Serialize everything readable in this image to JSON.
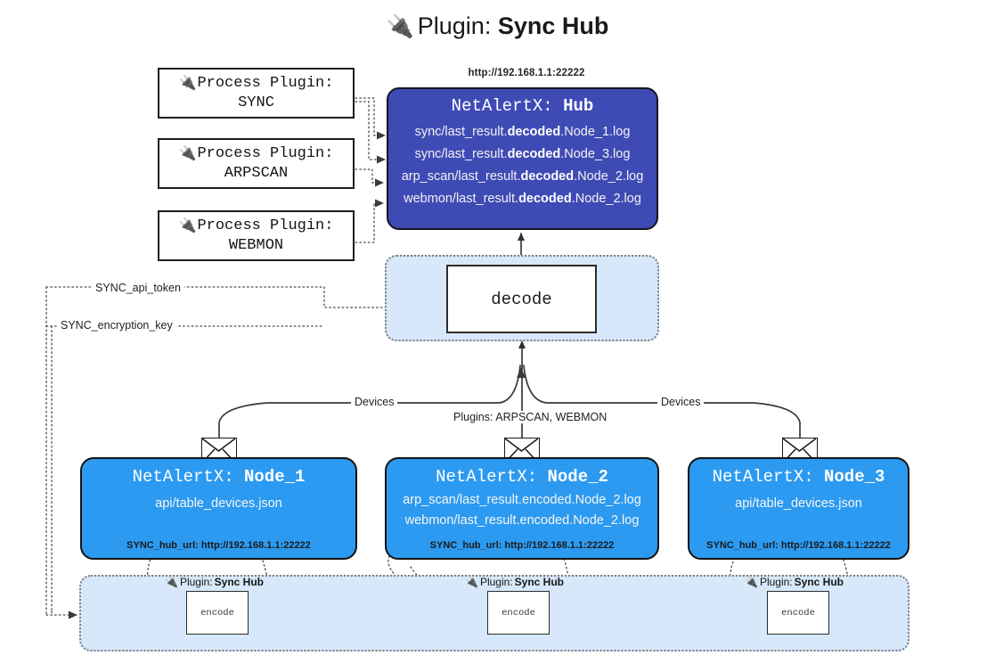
{
  "title": {
    "plug_icon": "plug-icon",
    "prefix": "Plugin: ",
    "name": "Sync Hub"
  },
  "process_plugins": [
    {
      "icon": "plug-icon",
      "line1": "Process Plugin:",
      "line2": "SYNC"
    },
    {
      "icon": "plug-icon",
      "line1": "Process Plugin:",
      "line2": "ARPSCAN"
    },
    {
      "icon": "plug-icon",
      "line1": "Process Plugin:",
      "line2": "WEBMON"
    }
  ],
  "hub": {
    "url": "http://192.168.1.1:22222",
    "title_prefix": "NetAlertX: ",
    "title_name": "Hub",
    "lines": [
      {
        "pre": "sync/last_result.",
        "mid": "decoded",
        "post": ".Node_1.log"
      },
      {
        "pre": "sync/last_result.",
        "mid": "decoded",
        "post": ".Node_3.log"
      },
      {
        "pre": "arp_scan/last_result.",
        "mid": "decoded",
        "post": ".Node_2.log"
      },
      {
        "pre": "webmon/last_result.",
        "mid": "decoded",
        "post": ".Node_2.log"
      }
    ]
  },
  "decode": {
    "label": "decode"
  },
  "edge_labels": {
    "api_token": "SYNC_api_token",
    "encryption_key": "SYNC_encryption_key",
    "devices_left": "Devices",
    "devices_right": "Devices",
    "plugins_middle": "Plugins: ARPSCAN, WEBMON"
  },
  "nodes": [
    {
      "title_prefix": "NetAlertX: ",
      "title_name": "Node_1",
      "lines": [
        "api/table_devices.json"
      ],
      "footer": "SYNC_hub_url: http://192.168.1.1:22222",
      "envelope_icon": "envelope-icon"
    },
    {
      "title_prefix": "NetAlertX: ",
      "title_name": "Node_2",
      "lines": [
        "arp_scan/last_result.encoded.Node_2.log",
        "webmon/last_result.encoded.Node_2.log"
      ],
      "footer": "SYNC_hub_url: http://192.168.1.1:22222",
      "envelope_icon": "envelope-icon"
    },
    {
      "title_prefix": "NetAlertX: ",
      "title_name": "Node_3",
      "lines": [
        "api/table_devices.json"
      ],
      "footer": "SYNC_hub_url: http://192.168.1.1:22222",
      "envelope_icon": "envelope-icon"
    }
  ],
  "encoders": [
    {
      "icon": "plug-icon",
      "label_prefix": "Plugin: ",
      "label_name": "Sync Hub",
      "box": "encode"
    },
    {
      "icon": "plug-icon",
      "label_prefix": "Plugin: ",
      "label_name": "Sync Hub",
      "box": "encode"
    },
    {
      "icon": "plug-icon",
      "label_prefix": "Plugin: ",
      "label_name": "Sync Hub",
      "box": "encode"
    }
  ],
  "colors": {
    "hub_fill": "#3F4BB5",
    "node_fill": "#2C9AF0",
    "group_fill": "#D6E8FA",
    "line": "#3A3A3A",
    "background": "#FFFFFF"
  }
}
